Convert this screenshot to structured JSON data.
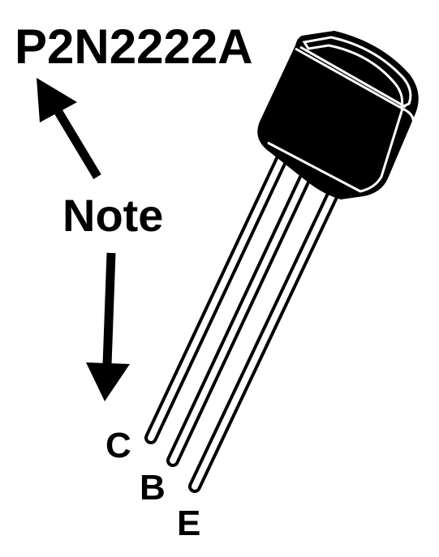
{
  "diagram": {
    "part_number": "P2N2222A",
    "note_label": "Note",
    "pins": {
      "collector": "C",
      "base": "B",
      "emitter": "E"
    }
  },
  "colors": {
    "ink": "#000000",
    "background": "#ffffff",
    "body_shadow": "#111111"
  },
  "icons": {
    "up_arrow": "arrow-up-left-icon",
    "down_arrow": "arrow-down-icon"
  }
}
